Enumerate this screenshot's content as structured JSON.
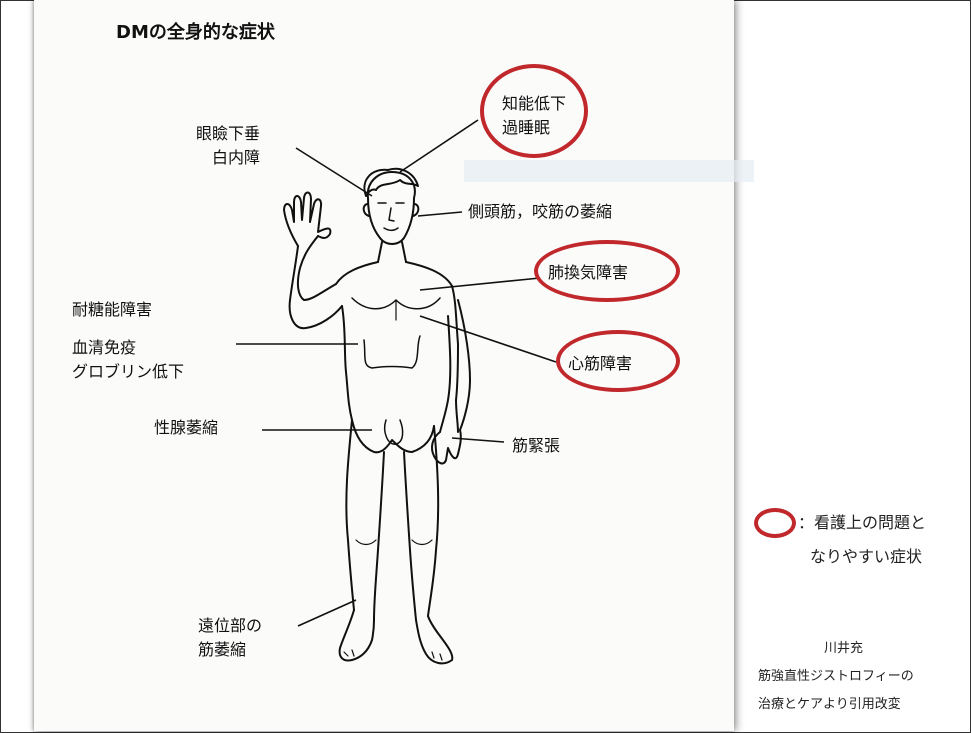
{
  "title": "DMの全身的な症状",
  "labels": {
    "ptosis": "眼瞼下垂\n白内障",
    "cognition": "知能低下\n過睡眠",
    "temporal": "側頭筋，咬筋の萎縮",
    "lung": "肺換気障害",
    "glucose": "耐糖能障害",
    "immuno": "血清免疫\nグロブリン低下",
    "heart": "心筋障害",
    "gonad": "性腺萎縮",
    "myotonia": "筋緊張",
    "distal": "遠位部の\n筋萎縮"
  },
  "legend": {
    "text_line1": "：看護上の問題と",
    "text_line2": "なりやすい症状",
    "ring_color": "#c0282c"
  },
  "credit": {
    "author": "川井充",
    "source_line1": "筋強直性ジストロフィーの",
    "source_line2": "治療とケアより引用改変"
  },
  "highlighted": [
    "cognition",
    "lung",
    "heart"
  ]
}
